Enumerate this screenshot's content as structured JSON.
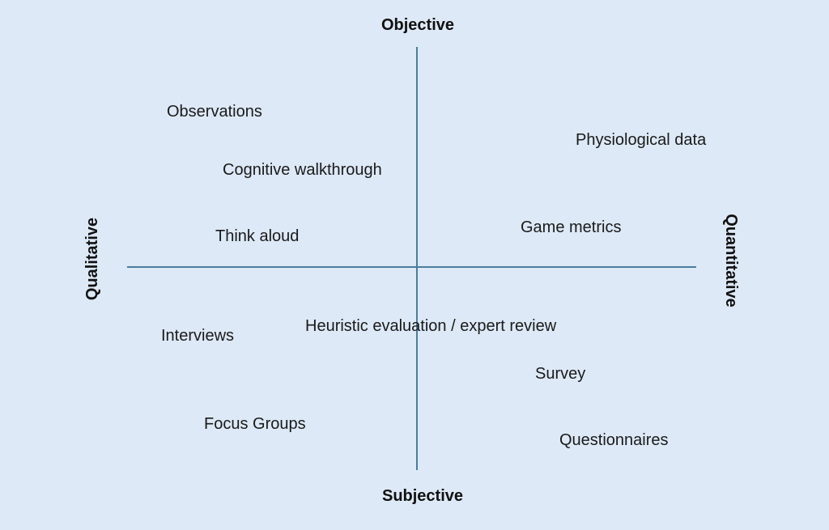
{
  "axes": {
    "top": "Objective",
    "bottom": "Subjective",
    "left": "Qualitative",
    "right": "Quantitative"
  },
  "methods": {
    "observations": "Observations",
    "cognitive_walkthrough": "Cognitive walkthrough",
    "think_aloud": "Think aloud",
    "physiological_data": "Physiological data",
    "game_metrics": "Game metrics",
    "interviews": "Interviews",
    "heuristic_evaluation": "Heuristic evaluation / expert review",
    "survey": "Survey",
    "focus_groups": "Focus Groups",
    "questionnaires": "Questionnaires"
  },
  "colors": {
    "background": "#dde9f6",
    "axis_line": "#4a7d9c",
    "text": "#1a1a1a"
  }
}
